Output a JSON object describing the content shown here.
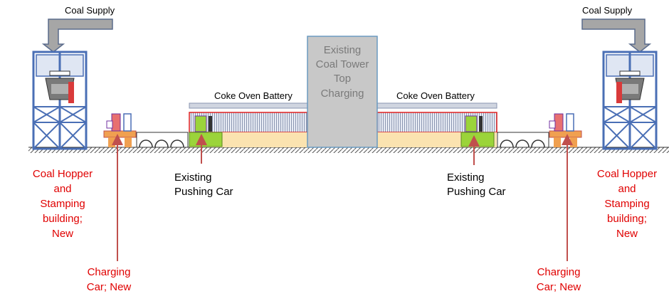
{
  "labels": {
    "coal_supply_left": "Coal Supply",
    "coal_supply_right": "Coal Supply",
    "coke_battery_left": "Coke Oven Battery",
    "coke_battery_right": "Coke Oven Battery",
    "tower_lines": [
      "Existing",
      "Coal Tower",
      "Top",
      "Charging"
    ],
    "pushing_car_left": [
      "Existing",
      "Pushing Car"
    ],
    "pushing_car_right": [
      "Existing",
      "Pushing Car"
    ],
    "hopper_left": [
      "Coal Hopper",
      "and",
      "Stamping",
      "building;",
      "New"
    ],
    "hopper_right": [
      "Coal Hopper",
      "and",
      "Stamping",
      "building;",
      "New"
    ],
    "charging_car_left": [
      "Charging",
      "Car; New"
    ],
    "charging_car_right": [
      "Charging",
      "Car; New"
    ]
  },
  "colors": {
    "structure_blue": "#4a6fb5",
    "arrow_red": "#c0504d",
    "label_red": "#e00000",
    "tower_gray": "#c8c8c8",
    "supply_arrow_gray": "#a6a6a6",
    "sand": "#fbe3b0",
    "battery_red": "#e02020",
    "car_green": "#9bd43a"
  }
}
